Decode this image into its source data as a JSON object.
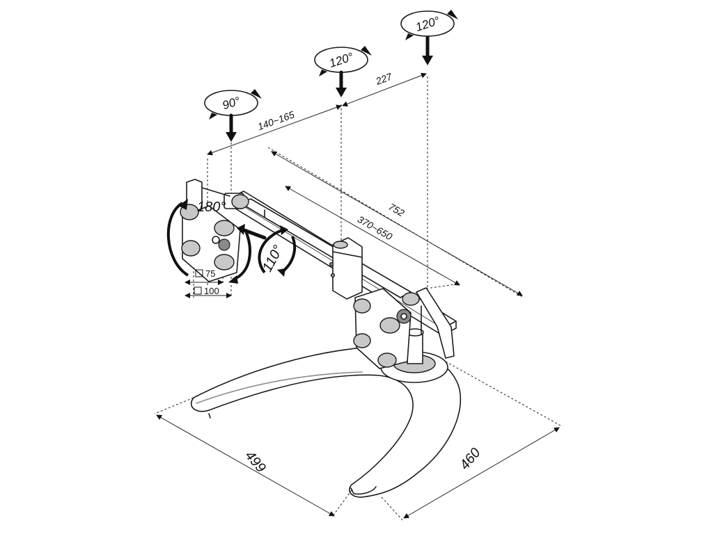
{
  "rotations": {
    "left_tilt": "90°",
    "center_tilt": "120°",
    "right_tilt": "120°",
    "rotate": "180°",
    "swivel": "110°"
  },
  "dimensions": {
    "head_spacing": "140~165",
    "right_arm": "227",
    "total_width": "752",
    "arm_range": "370~650",
    "base_width": "499",
    "base_depth": "460"
  },
  "vesa": {
    "small": "75",
    "large": "100"
  }
}
